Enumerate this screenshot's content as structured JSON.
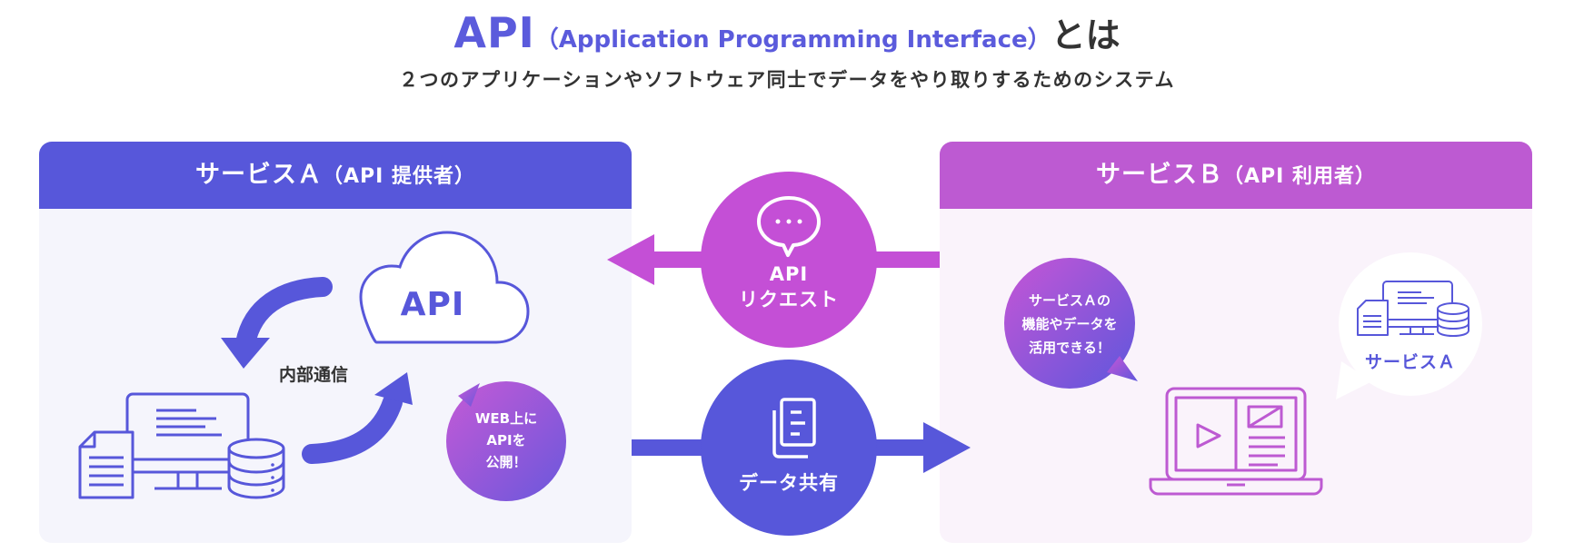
{
  "header": {
    "title_main": "API",
    "title_paren": "（Application Programming Interface）",
    "title_suffix": "とは",
    "subtitle": "２つのアプリケーションやソフトウェア同士でデータをやり取りするためのシステム"
  },
  "service_a": {
    "title": "サービスＡ",
    "title_paren": "（API 提供者）",
    "cloud_label": "API",
    "internal_label": "内部通信",
    "bubble_lines": [
      "WEB上に",
      "APIを",
      "公開！"
    ]
  },
  "service_b": {
    "title": "サービスＢ",
    "title_paren": "（API 利用者）",
    "bubble_lines": [
      "サービスＡの",
      "機能やデータを",
      "活用できる！"
    ],
    "service_label": "サービスＡ"
  },
  "flows": {
    "request_lines": [
      "API",
      "リクエスト"
    ],
    "share_label": "データ共有"
  },
  "colors": {
    "blue": "#5757da",
    "purple": "#bd5ad2",
    "magenta": "#c44fd6",
    "panel_a_bg": "#f5f5fc",
    "panel_b_bg": "#faf3fb"
  },
  "icons": [
    "chat-bubble-icon",
    "document-copy-icon",
    "cloud-icon",
    "server-computer-icon",
    "laptop-icon",
    "database-icon",
    "curved-arrow-icon"
  ]
}
